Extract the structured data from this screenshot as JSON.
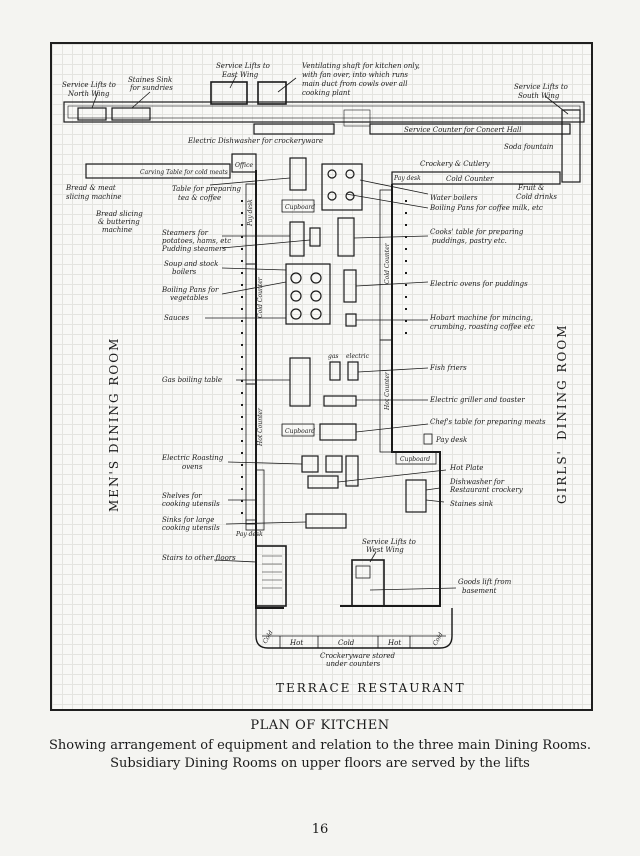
{
  "plan": {
    "room_mens": "MEN'S DINING ROOM",
    "room_girls_a": "GIRLS'",
    "room_girls_b": "DINING ROOM",
    "room_terrace": "TERRACE RESTAURANT",
    "labels": {
      "service_lifts_north": "Service Lifts to",
      "service_lifts_north_2": "North Wing",
      "staines_sink_sundries": "Staines Sink",
      "staines_sink_sundries_2": "for sundries",
      "service_lifts_east": "Service Lifts to",
      "service_lifts_east_2": "East Wing",
      "ventilating_1": "Ventilating shaft for kitchen only,",
      "ventilating_2": "with fan over, into which runs",
      "ventilating_3": "main duct from cowls over all",
      "ventilating_4": "cooking plant",
      "service_lifts_south": "Service Lifts to",
      "service_lifts_south_2": "South Wing",
      "electric_dishwasher": "Electric Dishwasher for crockeryware",
      "service_counter_concert": "Service Counter for Concert Hall",
      "soda_fountain": "Soda fountain",
      "crockery_cutlery": "Crockery & Cutlery",
      "cold_counter_top": "Cold  Counter",
      "pay_desk": "Pay desk",
      "fruit_cold_drinks": "Fruit &",
      "fruit_cold_drinks_2": "Cold drinks",
      "office": "Office",
      "carving_table": "Carving Table for cold meats",
      "bread_meat_1": "Bread & meat",
      "bread_meat_2": "slicing machine",
      "table_tea_1": "Table for preparing",
      "table_tea_2": "tea & coffee",
      "water_boilers": "Water boilers",
      "boiling_pans_coffee": "Boiling Pans for coffee milk, etc",
      "bread_slicing_1": "Bread slicing",
      "bread_slicing_2": "& buttering",
      "bread_slicing_3": "machine",
      "cupboard": "Cupboard",
      "steamers_1": "Steamers for",
      "steamers_2": "potatoes, hams, etc",
      "steamers_3": "Pudding steamers",
      "cooks_table_1": "Cooks' table for preparing",
      "cooks_table_2": "puddings, pastry etc.",
      "soup_stock_1": "Soup and stock",
      "soup_stock_2": "boilers",
      "boiling_pans_veg_1": "Boiling Pans for",
      "boiling_pans_veg_2": "vegetables",
      "electric_ovens_puddings": "Electric ovens for puddings",
      "sauces": "Sauces",
      "hobart_1": "Hobart machine for mincing,",
      "hobart_2": "crumbing, roasting coffee etc",
      "gas": "gas",
      "electric": "electric",
      "fish_friers": "Fish friers",
      "gas_boiling_table": "Gas boiling table",
      "electric_griller": "Electric griller and toaster",
      "chefs_table": "Chef's table for preparing meats",
      "cold_counter_side": "Cold Counter",
      "hot_counter_left": "Hot Counter",
      "hot_counter_right": "Hot Counter",
      "electric_roasting_1": "Electric Roasting",
      "electric_roasting_2": "ovens",
      "hot_plate": "Hot Plate",
      "dishwasher_restaurant_1": "Dishwasher for",
      "dishwasher_restaurant_2": "Restaurant crockery",
      "staines_sink": "Staines sink",
      "shelves_1": "Shelves for",
      "shelves_2": "cooking utensils",
      "sinks_1": "Sinks for large",
      "sinks_2": "cooking utensils",
      "stairs": "Stairs to other floors",
      "service_lifts_west_1": "Service Lifts to",
      "service_lifts_west_2": "West Wing",
      "goods_lift_1": "Goods lift from",
      "goods_lift_2": "basement",
      "bottom_cold_left": "Cold",
      "bottom_hot_1": "Hot",
      "bottom_cold_mid": "Cold",
      "bottom_hot_2": "Hot",
      "bottom_cold_right": "Cold",
      "crockeryware_1": "Crockeryware stored",
      "crockeryware_2": "under counters"
    }
  },
  "caption": {
    "title": "PLAN OF KITCHEN",
    "line1": "Showing arrangement of equipment and relation to the three main Dining Rooms.",
    "line2": "Subsidiary Dining Rooms on upper floors are served by the lifts"
  },
  "page_number": "16"
}
